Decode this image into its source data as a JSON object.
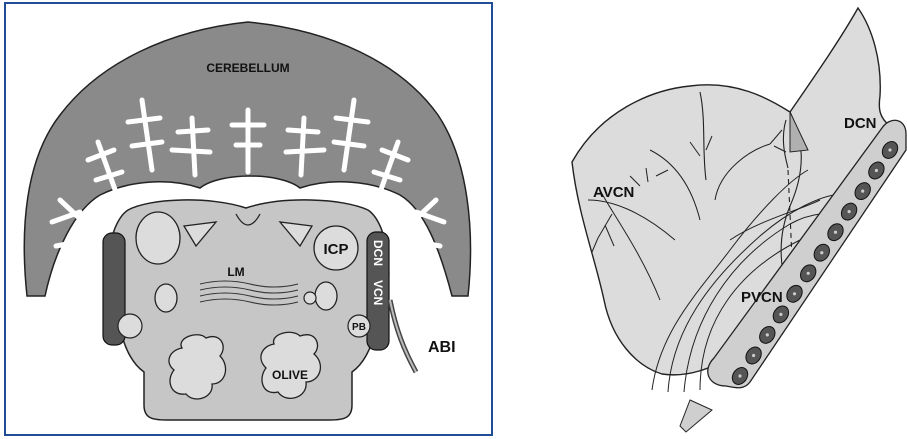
{
  "left_panel": {
    "frame_color": "#1f4e96",
    "labels": {
      "cerebellum": "CEREBELLUM",
      "icp": "ICP",
      "lm": "LM",
      "dcn": "DCN",
      "vcn": "VCN",
      "pb": "PB",
      "olive": "OLIVE",
      "abi": "ABI"
    }
  },
  "right_panel": {
    "labels": {
      "avcn": "AVCN",
      "pvcn": "PVCN",
      "dcn": "DCN"
    },
    "electrode_count": 12
  },
  "colors": {
    "cerebellum_fill": "#8a8a8a",
    "brainstem_fill": "#c6c6c6",
    "nucleus_fill": "#dcdcdc",
    "electrode_fill": "#555555"
  }
}
